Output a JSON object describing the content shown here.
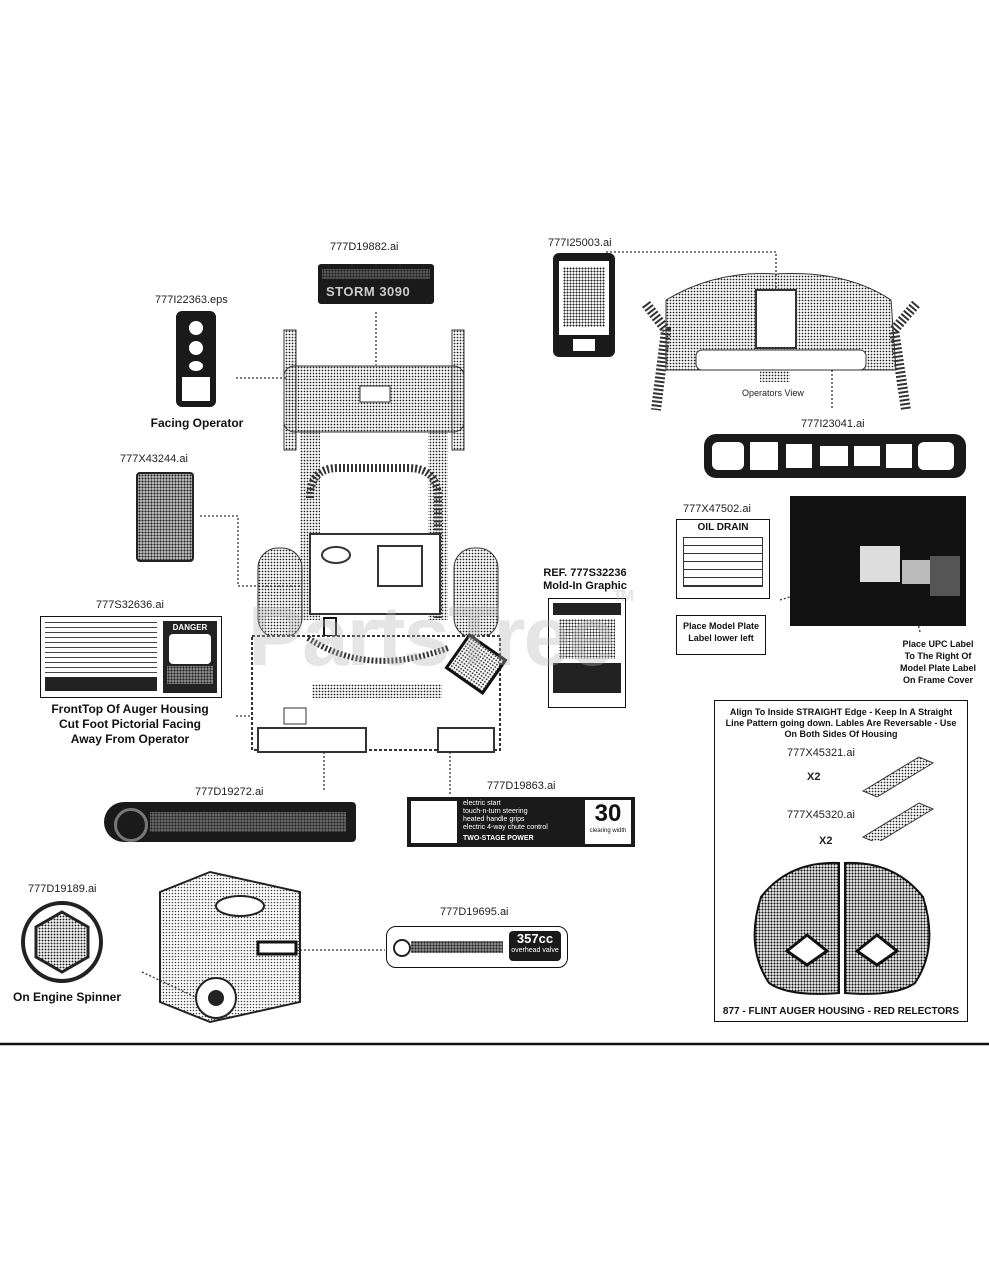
{
  "part_labels": {
    "storm_decal": "777D19882.ai",
    "facing_decal": "777I22363.eps",
    "operator_panel_decal": "777I25003.ai",
    "console_decal": "777I23041.ai",
    "handle_decal": "777X43244.ai",
    "oil_drain_decal": "777X47502.ai",
    "danger_decal": "777S32636.ai",
    "troybilt_decal": "777D19272.ai",
    "feature_decal": "777D19863.ai",
    "spinner_decal": "777D19189.ai",
    "engine_decal": "777D19695.ai",
    "reflector_left": "777X45321.ai",
    "reflector_right": "777X45320.ai"
  },
  "captions": {
    "facing_operator": "Facing Operator",
    "operators_view": "Operators View",
    "ref_line1": "REF. 777S32236",
    "ref_line2": "Mold-In Graphic",
    "front_top_1": "FrontTop Of Auger Housing",
    "front_top_2": "Cut Foot Pictorial Facing",
    "front_top_3": "Away From Operator",
    "on_engine_spinner": "On Engine Spinner",
    "place_model_plate_1": "Place Model Plate",
    "place_model_plate_2": "Label lower left",
    "place_upc_1": "Place UPC Label",
    "place_upc_2": "To The Right Of",
    "place_upc_3": "Model Plate Label",
    "place_upc_4": "On Frame Cover"
  },
  "storm_text": "STORM 3090",
  "oil_drain_title": "OIL DRAIN",
  "danger_word": "DANGER",
  "feature_panel": {
    "lines": [
      "electric start",
      "touch-n-turn steering",
      "heated handle grips",
      "electric 4-way chute control"
    ],
    "banner": "TWO-STAGE POWER",
    "big_number": "30",
    "number_caption": "clearing width"
  },
  "engine_badge": {
    "big": "357cc",
    "sub": "overhead valve"
  },
  "reflector_box": {
    "line1": "Align To Inside STRAIGHT Edge - Keep In A Straight",
    "line2": "Line Pattern going down. Lables Are Reversable - Use",
    "line3": "On Both Sides Of Housing",
    "qty_a": "X2",
    "qty_b": "X2",
    "footer": "877 - FLINT AUGER HOUSING - RED RELECTORS"
  },
  "watermark": "PartsTree",
  "watermark_tm": "TM"
}
